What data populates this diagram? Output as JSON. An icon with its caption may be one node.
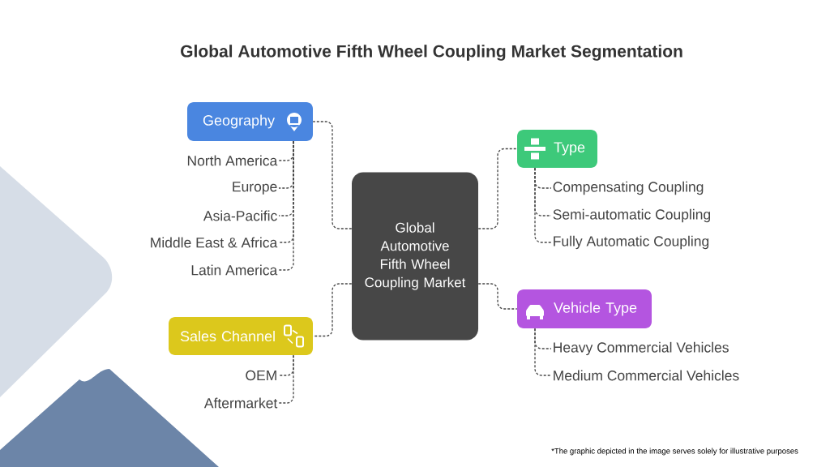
{
  "diagram": {
    "title": "Global Automotive Fifth Wheel Coupling Market Segmentation",
    "nodes": [
      {
        "text": [
          "Global Automotive Fifth Wheel Coupling Market"
        ]
      },
      {
        "text": [
          "Geography"
        ]
      },
      {
        "text": [
          "North America"
        ]
      },
      {
        "text": [
          "Europe"
        ]
      },
      {
        "text": [
          "Asia-Pacific"
        ]
      },
      {
        "text": [
          "Middle East & Africa"
        ]
      },
      {
        "text": [
          "Latin America"
        ]
      },
      {
        "text": [
          "Type"
        ]
      },
      {
        "text": [
          "Compensating Coupling"
        ]
      },
      {
        "text": [
          "Semi-automatic Coupling"
        ]
      },
      {
        "text": [
          "Fully Automatic Coupling"
        ]
      },
      {
        "text": [
          "Sales Channel"
        ]
      },
      {
        "text": [
          "OEM"
        ]
      },
      {
        "text": [
          "Aftermarket"
        ]
      },
      {
        "text": [
          "Vehicle Type"
        ]
      },
      {
        "text": [
          "Heavy Commercial Vehicles"
        ]
      },
      {
        "text": [
          "Medium Commercial Vehicles"
        ]
      }
    ],
    "edges": [
      {
        "from": 0,
        "to": 1,
        "arrow": "none"
      },
      {
        "from": 1,
        "to": 2,
        "arrow": "none"
      },
      {
        "from": 1,
        "to": 3,
        "arrow": "none"
      },
      {
        "from": 1,
        "to": 4,
        "arrow": "none"
      },
      {
        "from": 1,
        "to": 5,
        "arrow": "none"
      },
      {
        "from": 1,
        "to": 6,
        "arrow": "none"
      },
      {
        "from": 0,
        "to": 7,
        "arrow": "none"
      },
      {
        "from": 7,
        "to": 8,
        "arrow": "none"
      },
      {
        "from": 7,
        "to": 9,
        "arrow": "none"
      },
      {
        "from": 7,
        "to": 10,
        "arrow": "none"
      },
      {
        "from": 0,
        "to": 11,
        "arrow": "none"
      },
      {
        "from": 11,
        "to": 12,
        "arrow": "none"
      },
      {
        "from": 11,
        "to": 13,
        "arrow": "none"
      },
      {
        "from": 0,
        "to": 14,
        "arrow": "none"
      },
      {
        "from": 14,
        "to": 15,
        "arrow": "none"
      },
      {
        "from": 14,
        "to": 16,
        "arrow": "none"
      }
    ],
    "labels": [
      "*The graphic depicted in the image serves solely for illustrative purposes"
    ]
  }
}
